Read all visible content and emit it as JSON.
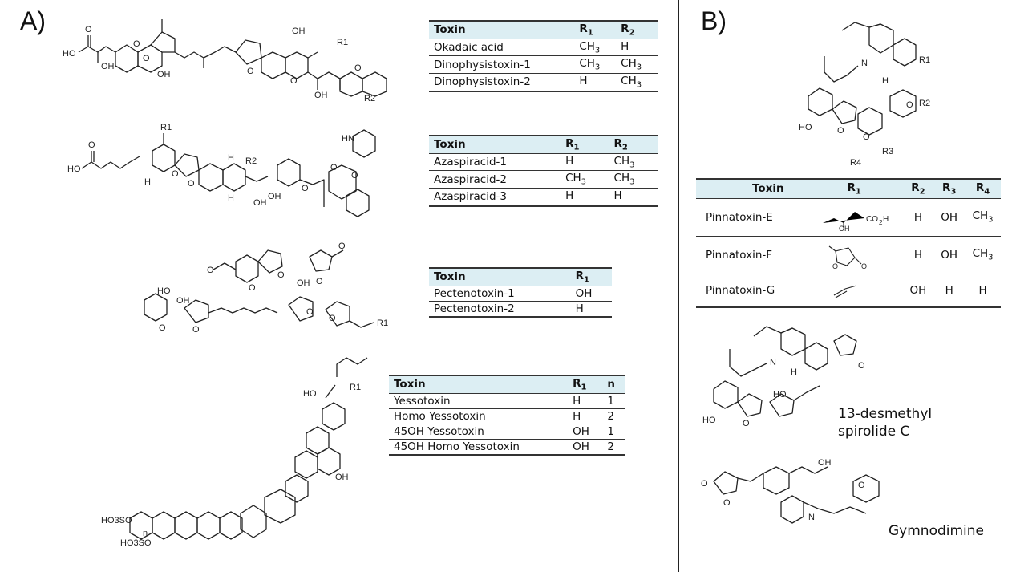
{
  "panels": {
    "a_label": "A)",
    "b_label": "B)"
  },
  "tables": {
    "okadaic": {
      "headers": [
        "Toxin",
        "R",
        "1",
        "R",
        "2"
      ],
      "rows": [
        {
          "toxin": "Okadaic acid",
          "r1": "CH",
          "r1s": "3",
          "r2": "H",
          "r2s": ""
        },
        {
          "toxin": "Dinophysistoxin-1",
          "r1": "CH",
          "r1s": "3",
          "r2": "CH",
          "r2s": "3"
        },
        {
          "toxin": "Dinophysistoxin-2",
          "r1": "H",
          "r1s": "",
          "r2": "CH",
          "r2s": "3"
        }
      ]
    },
    "azaspiracid": {
      "headers": [
        "Toxin",
        "R",
        "1",
        "R",
        "2"
      ],
      "rows": [
        {
          "toxin": "Azaspiracid-1",
          "r1": "H",
          "r1s": "",
          "r2": "CH",
          "r2s": "3"
        },
        {
          "toxin": "Azaspiracid-2",
          "r1": "CH",
          "r1s": "3",
          "r2": "CH",
          "r2s": "3"
        },
        {
          "toxin": "Azaspiracid-3",
          "r1": "H",
          "r1s": "",
          "r2": "H",
          "r2s": ""
        }
      ]
    },
    "pectenotoxin": {
      "headers": [
        "Toxin",
        "R",
        "1"
      ],
      "rows": [
        {
          "toxin": "Pectenotoxin-1",
          "r1": "OH"
        },
        {
          "toxin": "Pectenotoxin-2",
          "r1": "H"
        }
      ]
    },
    "yessotoxin": {
      "headers": [
        "Toxin",
        "R",
        "1",
        "n"
      ],
      "rows": [
        {
          "toxin": "Yessotoxin",
          "r1": "H",
          "n": "1"
        },
        {
          "toxin": "Homo Yessotoxin",
          "r1": "H",
          "n": "2"
        },
        {
          "toxin": "45OH Yessotoxin",
          "r1": "OH",
          "n": "1"
        },
        {
          "toxin": "45OH Homo Yessotoxin",
          "r1": "OH",
          "n": "2"
        }
      ]
    },
    "pinnatoxin": {
      "headers": [
        "Toxin",
        "R",
        "1",
        "R",
        "2",
        "R",
        "3",
        "R",
        "4"
      ],
      "rows": [
        {
          "toxin": "Pinnatoxin-E",
          "r1_group": "CO",
          "r1_sub": "2",
          "r1_tail": "H",
          "r1_oh": "OH",
          "r2": "H",
          "r3": "OH",
          "r4": "CH",
          "r4s": "3"
        },
        {
          "toxin": "Pinnatoxin-F",
          "r1_o": "O",
          "r1_o2": "O",
          "r2": "H",
          "r3": "OH",
          "r4": "CH",
          "r4s": "3"
        },
        {
          "toxin": "Pinnatoxin-G",
          "r2": "OH",
          "r3": "H",
          "r4": "H"
        }
      ]
    }
  },
  "structure_labels": {
    "ho": "HO",
    "oh": "OH",
    "o": "O",
    "h": "H",
    "n": "N",
    "hn": "HN",
    "r1": "R1",
    "r2": "R2",
    "r3": "R3",
    "r4": "R4",
    "n_sub": "n",
    "ho3so": "HO3SO",
    "ho3so_b": "HO3SO"
  },
  "captions": {
    "spirolide_line1": "13-desmethyl",
    "spirolide_line2": "spirolide C",
    "gymnodimine": "Gymnodimine"
  }
}
